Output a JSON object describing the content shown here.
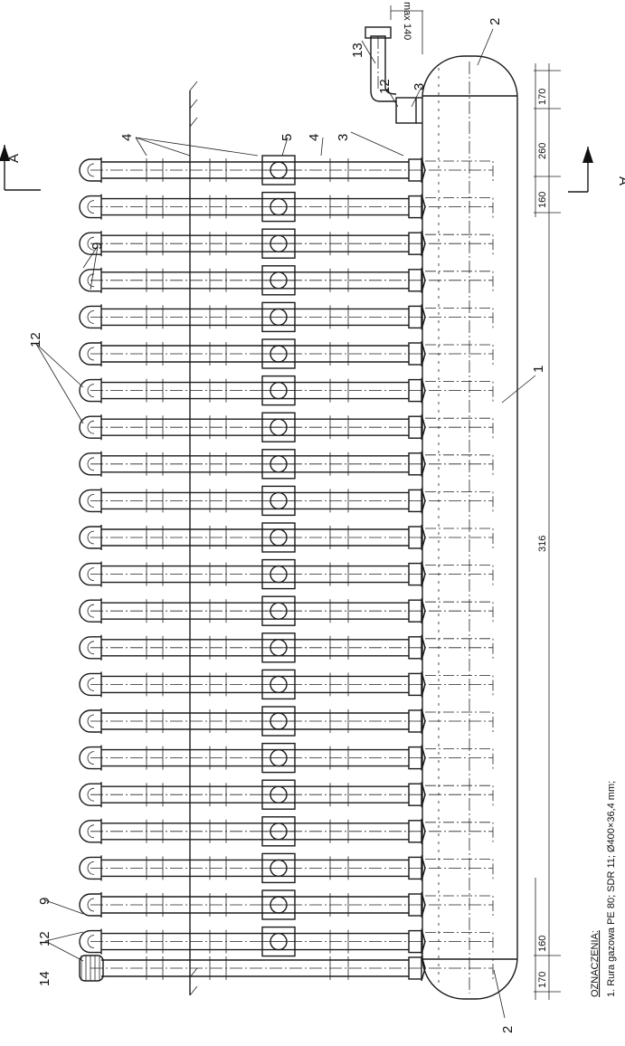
{
  "callouts": {
    "c1": "1",
    "c2_top": "2",
    "c2_bottom": "2",
    "c3_top": "3",
    "c3_mid": "3",
    "c4_top": "4",
    "c4_right": "4",
    "c5": "5",
    "c9_upper": "9",
    "c9_lower": "9",
    "c12_upper": "12",
    "c12_lower": "12",
    "c12_right": "12",
    "c13": "13",
    "c14": "14"
  },
  "dimensions": {
    "d170_top": "170",
    "d260": "260",
    "d160_top": "160",
    "d316": "316",
    "d160_bottom": "160",
    "d170_bottom": "170",
    "max140": "max 140"
  },
  "section_marks": {
    "left": "A",
    "right": "A"
  },
  "legend": {
    "heading": "OZNACZENIA:",
    "item1": "1. Rura gazowa PE 80; SDR 11; Ø400×36,4 mm;"
  }
}
